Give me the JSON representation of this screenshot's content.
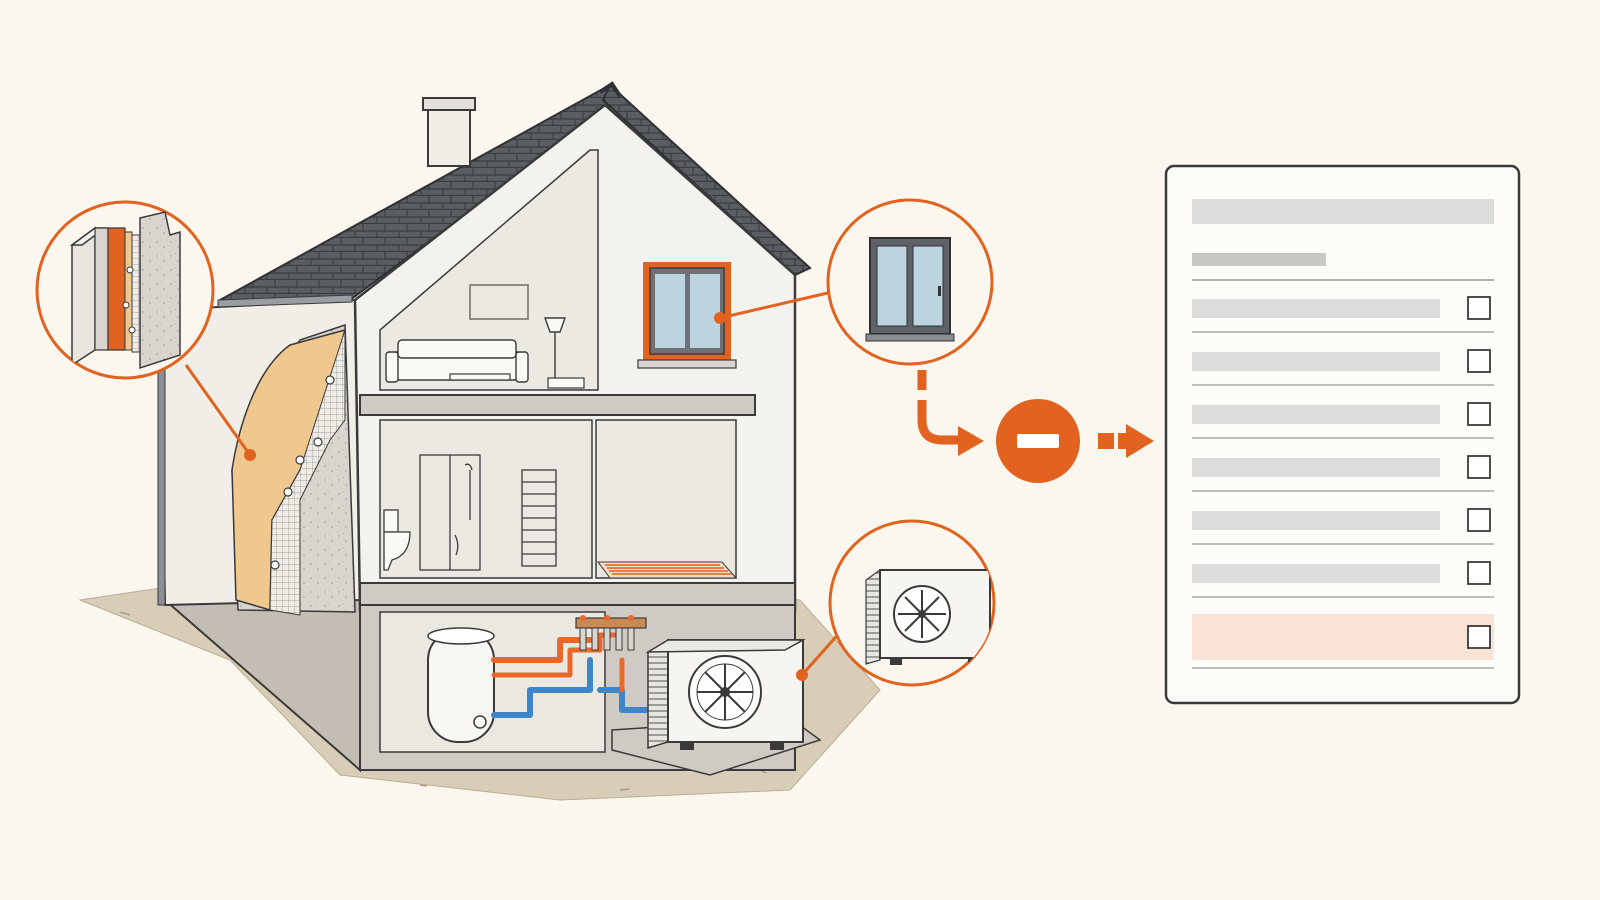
{
  "colors": {
    "background": "#fbf7ee",
    "accent": "#e2621f",
    "outline": "#3a3a3a",
    "roof": "#5a5d61",
    "wall": "#f4f2ee",
    "concrete": "#cfcbc4",
    "ground": "#d8cdb6",
    "insulation": "#f0c88e",
    "pipe_hot": "#e8682b",
    "pipe_cold": "#3f86c8",
    "checklist_bar": "#dcdcda",
    "checklist_highlight": "#f9e3d6"
  },
  "icons": {
    "house": "house-cutaway-illustration",
    "wall_detail": "wall-insulation-layers-icon",
    "window_detail": "double-glazed-window-icon",
    "heat_pump_detail": "heat-pump-outdoor-unit-icon",
    "flow_symbol": "minus-circle-icon",
    "checklist": "checklist-document-icon"
  },
  "checklist": {
    "row_count": 7,
    "highlighted_row": 7,
    "checked_rows": []
  }
}
